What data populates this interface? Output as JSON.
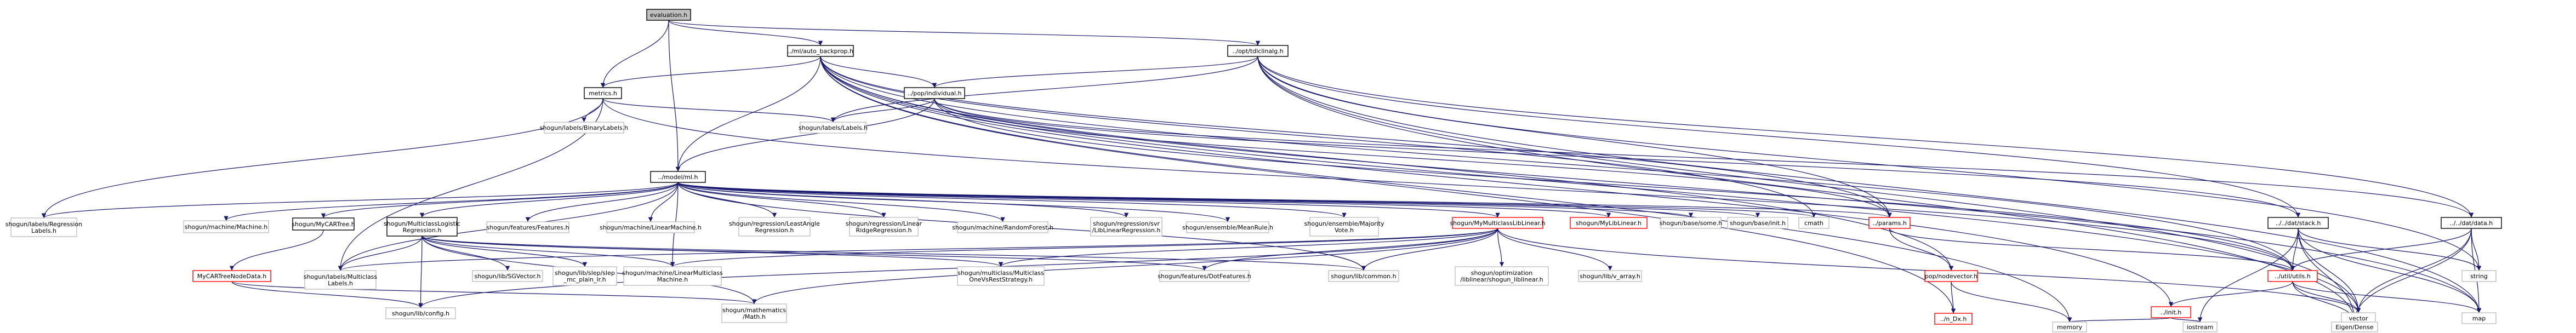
{
  "colors": {
    "edge": "#191970",
    "node_border_default": "#bfbfbf",
    "node_border_link": "#000000",
    "node_border_truncated": "#ff0000",
    "root_fill": "#bfbfbf",
    "node_fill": "#ffffff"
  },
  "nodes": [
    {
      "id": "evaluation",
      "lines": [
        "evaluation.h"
      ],
      "kind": "root"
    },
    {
      "id": "ml_auto_backprop",
      "lines": [
        "../ml/auto_backprop.h"
      ],
      "kind": "link"
    },
    {
      "id": "nfs_linalg",
      "lines": [
        "../opt/tdlclinalg.h"
      ],
      "kind": "link"
    },
    {
      "id": "metrics",
      "lines": [
        "metrics.h"
      ],
      "kind": "link"
    },
    {
      "id": "binary_labels",
      "lines": [
        "shogun/labels/BinaryLabels.h"
      ],
      "kind": "default"
    },
    {
      "id": "labels",
      "lines": [
        "shogun/labels/Labels.h"
      ],
      "kind": "default"
    },
    {
      "id": "individual",
      "lines": [
        "../pop/individual.h"
      ],
      "kind": "link"
    },
    {
      "id": "model",
      "lines": [
        "../model/ml.h"
      ],
      "kind": "link"
    },
    {
      "id": "regression_labels",
      "lines": [
        "shogun/labels/Regression",
        "Labels.h"
      ],
      "kind": "default"
    },
    {
      "id": "machine",
      "lines": [
        "shogun/machine/Machine.h"
      ],
      "kind": "default"
    },
    {
      "id": "mycartree",
      "lines": [
        "shogun/MyCARTree.h"
      ],
      "kind": "link"
    },
    {
      "id": "multiclass_logistic",
      "lines": [
        "shogun/MulticlassLogistic",
        "Regression.h"
      ],
      "kind": "link"
    },
    {
      "id": "features",
      "lines": [
        "shogun/features/Features.h"
      ],
      "kind": "default"
    },
    {
      "id": "linear_machine",
      "lines": [
        "shogun/machine/LinearMachine.h"
      ],
      "kind": "default"
    },
    {
      "id": "least_angle",
      "lines": [
        "shogun/regression/LeastAngle",
        "Regression.h"
      ],
      "kind": "default"
    },
    {
      "id": "linear_ridge",
      "lines": [
        "shogun/regression/Linear",
        "RidgeRegression.h"
      ],
      "kind": "default"
    },
    {
      "id": "random_forest",
      "lines": [
        "shogun/machine/RandomForest.h"
      ],
      "kind": "default"
    },
    {
      "id": "svr_liblinear",
      "lines": [
        "shogun/regression/svr",
        "/LibLinearRegression.h"
      ],
      "kind": "default"
    },
    {
      "id": "mean_rule",
      "lines": [
        "shogun/ensemble/MeanRule.h"
      ],
      "kind": "default"
    },
    {
      "id": "majority_vote",
      "lines": [
        "shogun/ensemble/Majority",
        "Vote.h"
      ],
      "kind": "default"
    },
    {
      "id": "my_mc_liblinear",
      "lines": [
        "shogun/MyMulticlassLibLinear.h"
      ],
      "kind": "truncated"
    },
    {
      "id": "my_liblinear",
      "lines": [
        "shogun/MyLibLinear.h"
      ],
      "kind": "truncated"
    },
    {
      "id": "base_some",
      "lines": [
        "shogun/base/some.h"
      ],
      "kind": "default"
    },
    {
      "id": "base_init",
      "lines": [
        "shogun/base/init.h"
      ],
      "kind": "default"
    },
    {
      "id": "cmath",
      "lines": [
        "cmath"
      ],
      "kind": "default"
    },
    {
      "id": "params",
      "lines": [
        "../params.h"
      ],
      "kind": "truncated"
    },
    {
      "id": "nodevector",
      "lines": [
        "pop/nodevector.h"
      ],
      "kind": "truncated"
    },
    {
      "id": "n_dx",
      "lines": [
        "../n_Dx.h"
      ],
      "kind": "truncated"
    },
    {
      "id": "stack",
      "lines": [
        "../../dat/stack.h"
      ],
      "kind": "link"
    },
    {
      "id": "data",
      "lines": [
        "../../dat/data.h"
      ],
      "kind": "link"
    },
    {
      "id": "utils",
      "lines": [
        "../util/utils.h"
      ],
      "kind": "truncated"
    },
    {
      "id": "init",
      "lines": [
        "../init.h"
      ],
      "kind": "truncated"
    },
    {
      "id": "string",
      "lines": [
        "string"
      ],
      "kind": "default"
    },
    {
      "id": "vector",
      "lines": [
        "vector"
      ],
      "kind": "default"
    },
    {
      "id": "map",
      "lines": [
        "map"
      ],
      "kind": "default"
    },
    {
      "id": "memory",
      "lines": [
        "memory"
      ],
      "kind": "default"
    },
    {
      "id": "iostream",
      "lines": [
        "iostream"
      ],
      "kind": "default"
    },
    {
      "id": "eigen_dense",
      "lines": [
        "Eigen/Dense"
      ],
      "kind": "default"
    },
    {
      "id": "mycartree_node",
      "lines": [
        "MyCARTreeNodeData.h"
      ],
      "kind": "truncated"
    },
    {
      "id": "multiclass_labels",
      "lines": [
        "shogun/labels/Multiclass",
        "Labels.h"
      ],
      "kind": "default"
    },
    {
      "id": "sgvector",
      "lines": [
        "shogun/lib/SGVector.h"
      ],
      "kind": "default"
    },
    {
      "id": "slep_mc_plain",
      "lines": [
        "shogun/lib/slep/slep",
        "_mc_plain_lr.h"
      ],
      "kind": "default"
    },
    {
      "id": "linear_multiclass",
      "lines": [
        "shogun/machine/LinearMulticlass",
        "Machine.h"
      ],
      "kind": "default"
    },
    {
      "id": "one_vs_rest",
      "lines": [
        "shogun/multiclass/Multiclass",
        "OneVsRestStrategy.h"
      ],
      "kind": "default"
    },
    {
      "id": "dot_features",
      "lines": [
        "shogun/features/DotFeatures.h"
      ],
      "kind": "default"
    },
    {
      "id": "lib_common",
      "lines": [
        "shogun/lib/common.h"
      ],
      "kind": "default"
    },
    {
      "id": "liblinear_shogun",
      "lines": [
        "shogun/optimization",
        "/liblinear/shogun_liblinear.h"
      ],
      "kind": "default"
    },
    {
      "id": "dyn_array",
      "lines": [
        "shogun/lib/v_array.h"
      ],
      "kind": "default"
    },
    {
      "id": "lib_config",
      "lines": [
        "shogun/lib/config.h"
      ],
      "kind": "default"
    },
    {
      "id": "math",
      "lines": [
        "shogun/mathematics",
        "/Math.h"
      ],
      "kind": "default"
    }
  ]
}
